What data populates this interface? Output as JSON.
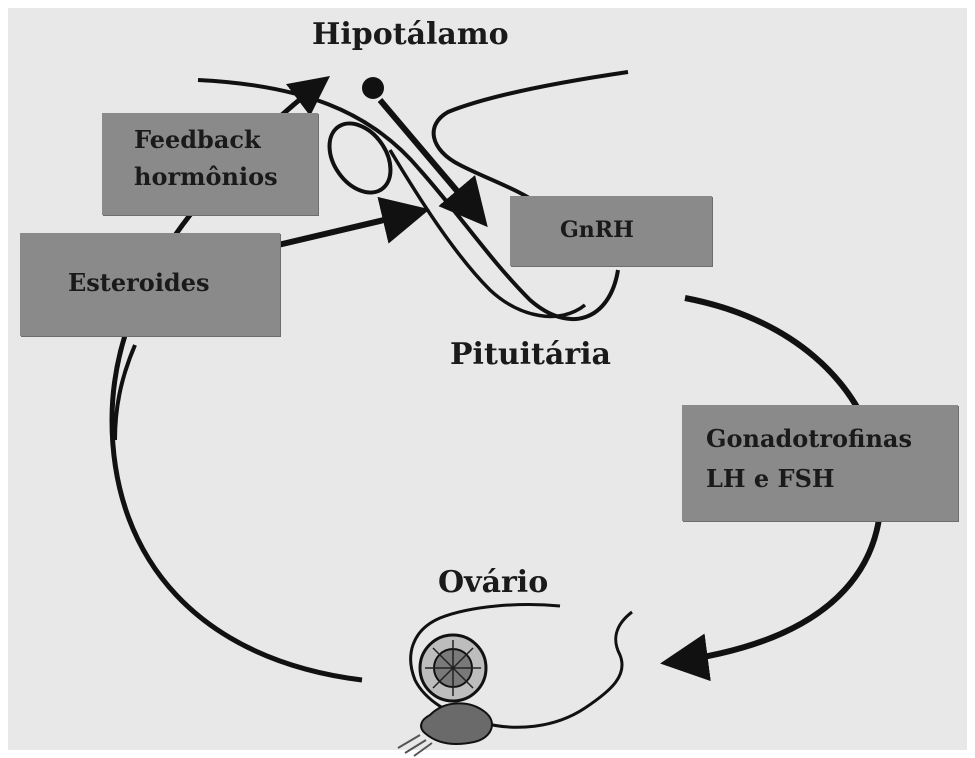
{
  "labels": {
    "hypothalamus": "Hipotálamo",
    "pituitary": "Pituitária",
    "ovary": "Ovário"
  },
  "boxes": {
    "feedback": {
      "line1": "Feedback",
      "line2": "hormônios"
    },
    "steroids": {
      "line1": "Esteroides"
    },
    "gnrh": {
      "line1": "GnRH"
    },
    "gonadotropins": {
      "line1": "Gonadotrofinas",
      "line2": "LH e FSH"
    }
  },
  "colors": {
    "background": "#e8e8e8",
    "box_fill": "#8a8a8a",
    "line": "#111111",
    "text": "#1a1a1a"
  }
}
